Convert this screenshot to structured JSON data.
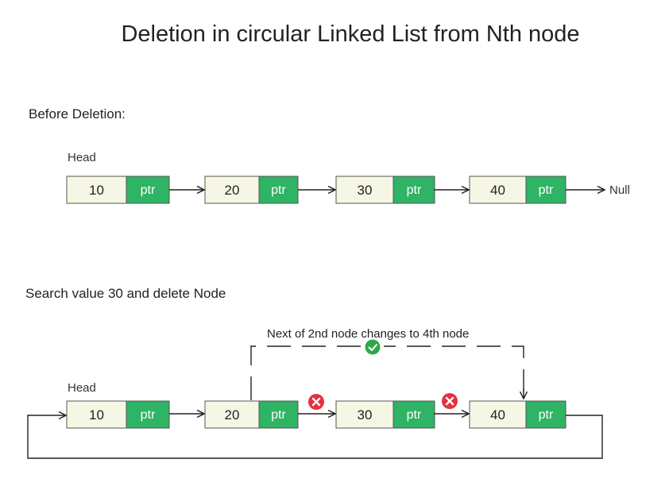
{
  "title": "Deletion in circular Linked List from Nth node",
  "before": {
    "label": "Before Deletion:",
    "head_label": "Head",
    "nodes": [
      {
        "value": "10",
        "ptr": "ptr"
      },
      {
        "value": "20",
        "ptr": "ptr"
      },
      {
        "value": "30",
        "ptr": "ptr"
      },
      {
        "value": "40",
        "ptr": "ptr"
      }
    ],
    "tail_label": "Null"
  },
  "after": {
    "label": "Search value 30 and delete Node",
    "head_label": "Head",
    "note": "Next of 2nd  node changes to 4th node",
    "nodes": [
      {
        "value": "10",
        "ptr": "ptr"
      },
      {
        "value": "20",
        "ptr": "ptr"
      },
      {
        "value": "30",
        "ptr": "ptr"
      },
      {
        "value": "40",
        "ptr": "ptr"
      }
    ]
  },
  "colors": {
    "value_fill": "#f6f6e4",
    "ptr_fill": "#2fb365",
    "box_stroke": "#555555",
    "cross": "#e3323f",
    "check": "#2fa84a"
  }
}
